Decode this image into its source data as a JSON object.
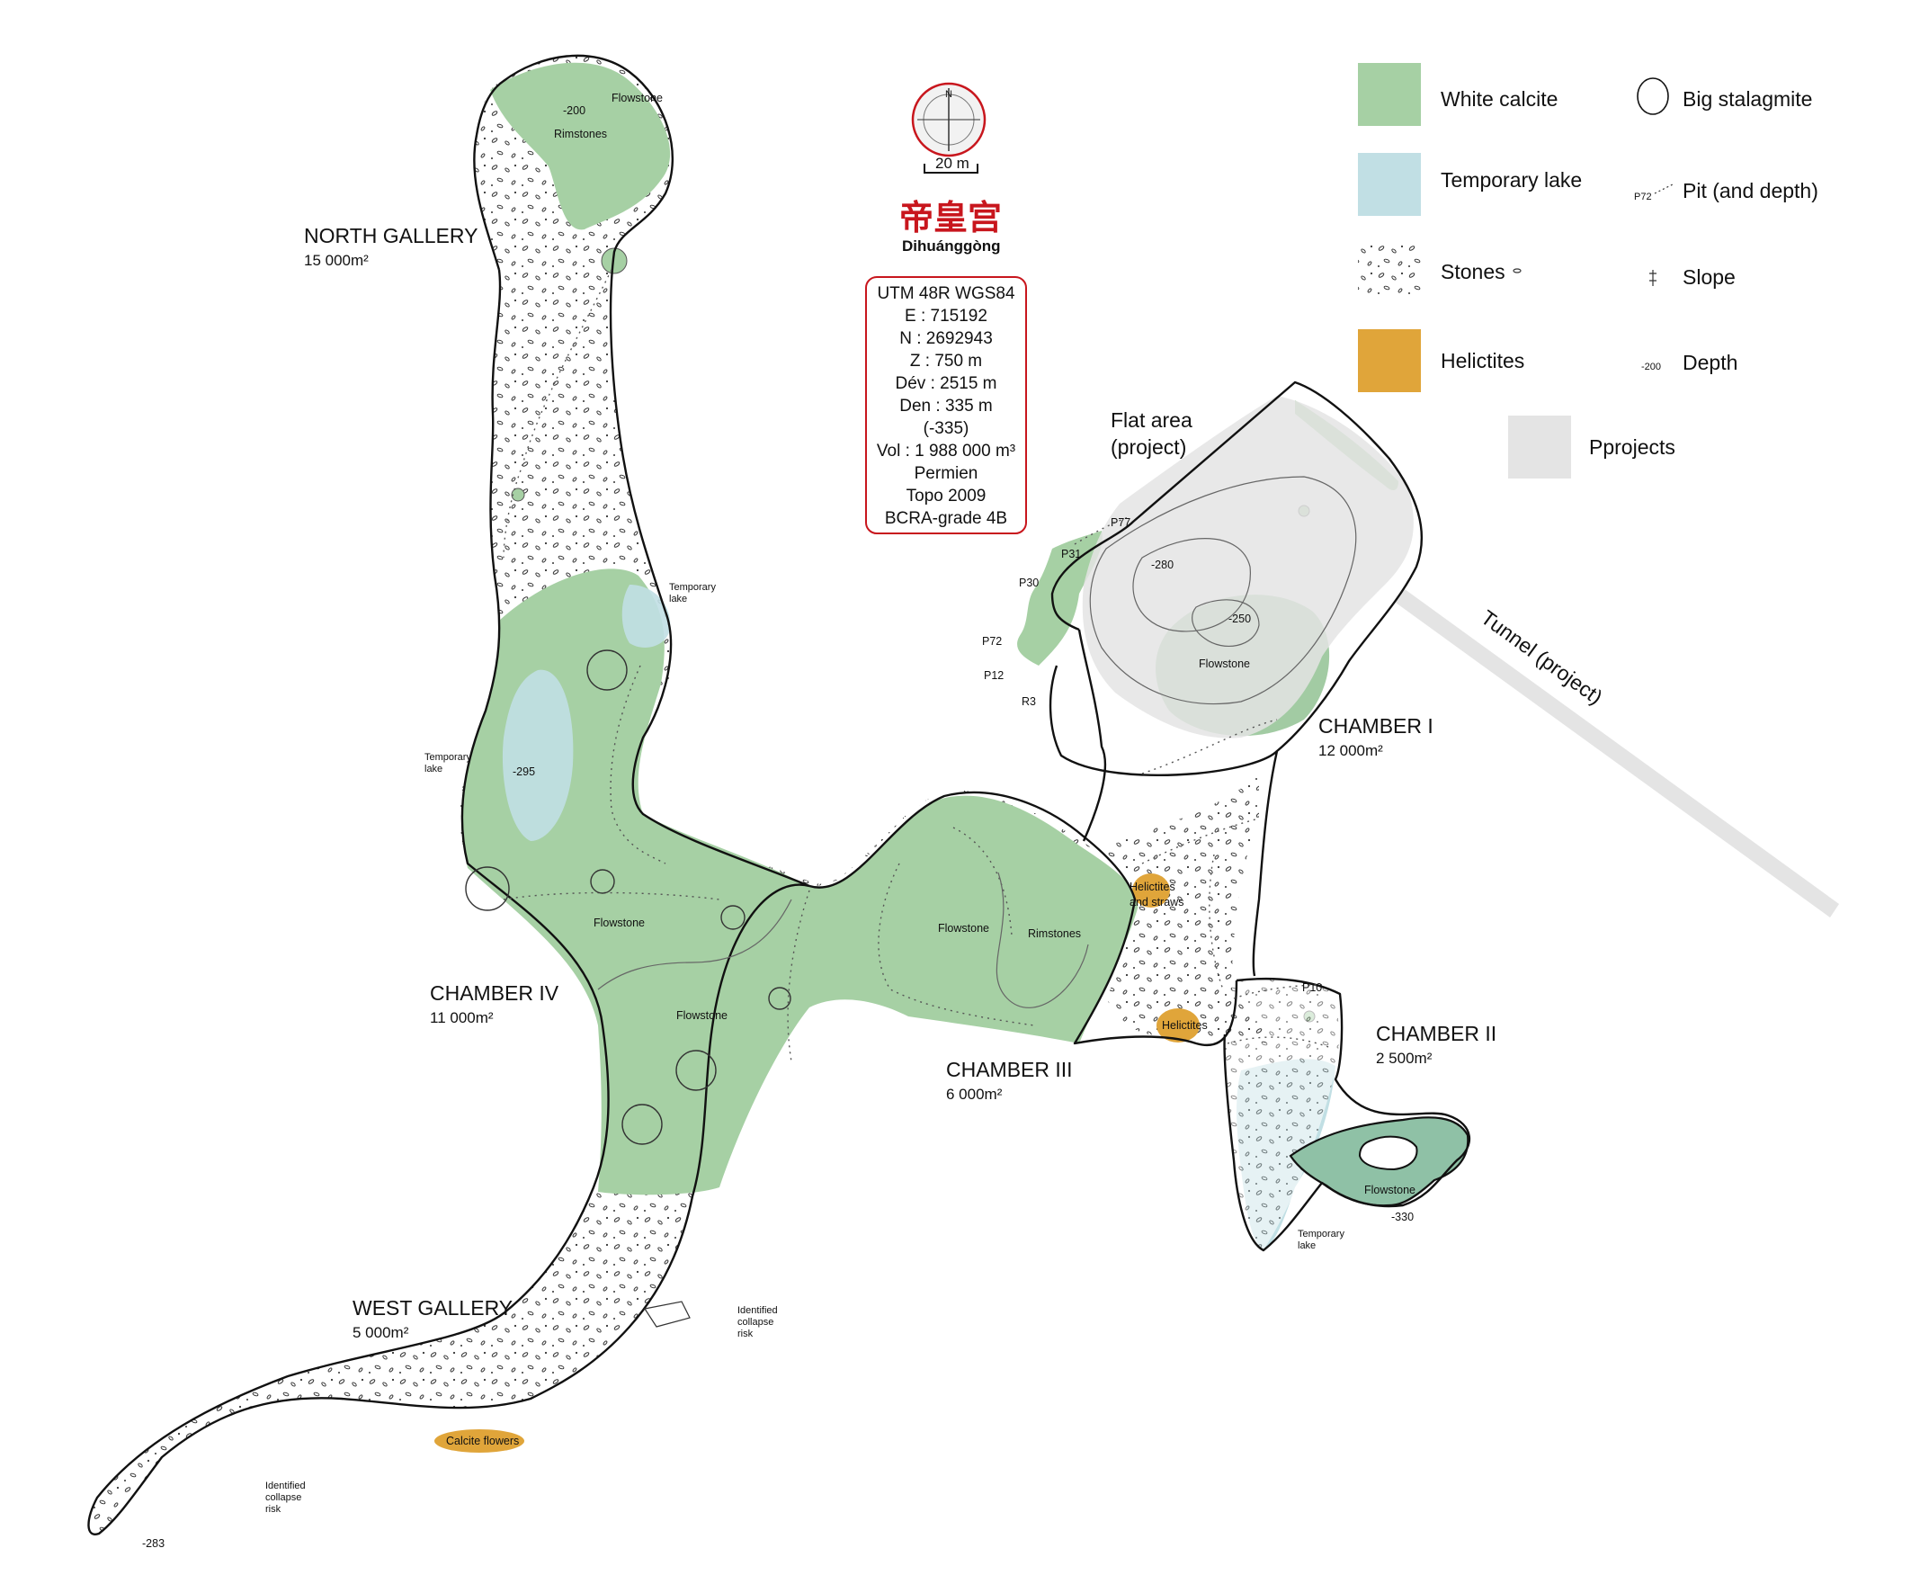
{
  "colors": {
    "white_calcite": "#a6d0a4",
    "temporary_lake": "#c1dfe4",
    "helictites": "#e0a53a",
    "projects": "#e4e4e4",
    "flowstone_dark": "#8fc1a6",
    "title_red": "#c8161d"
  },
  "title": {
    "chinese": "帝皇宫",
    "pinyin": "Dihuánggòng"
  },
  "scale": {
    "label": "20 m"
  },
  "compass": {
    "north": "N"
  },
  "info": {
    "lines": [
      "UTM 48R WGS84",
      "E : 715192",
      "N : 2692943",
      "Z : 750 m",
      "Dév : 2515 m",
      "Den : 335 m",
      "(-335)",
      "Vol : 1 988 000 m³",
      "Permien",
      "Topo 2009",
      "BCRA-grade 4B"
    ]
  },
  "legend": {
    "white_calcite": "White calcite",
    "temporary_lake": "Temporary lake",
    "stones": "Stones",
    "helictites": "Helictites",
    "big_stalagmite": "Big stalagmite",
    "pit": "Pit (and depth)",
    "pit_symbol": "P72",
    "slope": "Slope",
    "depth": "Depth",
    "depth_symbol": "-200",
    "projects": "Pprojects"
  },
  "areas": {
    "north_gallery": {
      "name": "NORTH GALLERY",
      "size": "15 000m²"
    },
    "chamber_i": {
      "name": "CHAMBER I",
      "size": "12 000m²"
    },
    "chamber_ii": {
      "name": "CHAMBER II",
      "size": "2 500m²"
    },
    "chamber_iii": {
      "name": "CHAMBER III",
      "size": "6 000m²"
    },
    "chamber_iv": {
      "name": "CHAMBER IV",
      "size": "11 000m²"
    },
    "west_gallery": {
      "name": "WEST GALLERY",
      "size": "5 000m²"
    }
  },
  "features": {
    "flat_area_1": "Flat area",
    "flat_area_2": "(project)",
    "tunnel": "Tunnel (project)",
    "flowstone": "Flowstone",
    "rimstones": "Rimstones",
    "temporary_1": "Temporary",
    "lake": "lake",
    "helictites_and_1": "Helictites",
    "helictites_and_2": "and straws",
    "helictites": "Helictites",
    "calcite_flowers": "Calcite flowers",
    "collapse_1": "Identified",
    "collapse_2": "collapse",
    "collapse_3": "risk"
  },
  "depths": {
    "d200": "-200",
    "d295": "-295",
    "d280": "-280",
    "d250": "-250",
    "d330": "-330",
    "d283": "-283"
  },
  "pits": {
    "p77": "P77",
    "p31": "P31",
    "p30": "P30",
    "p72": "P72",
    "p12": "P12",
    "r3": "R3",
    "p10": "P10"
  }
}
